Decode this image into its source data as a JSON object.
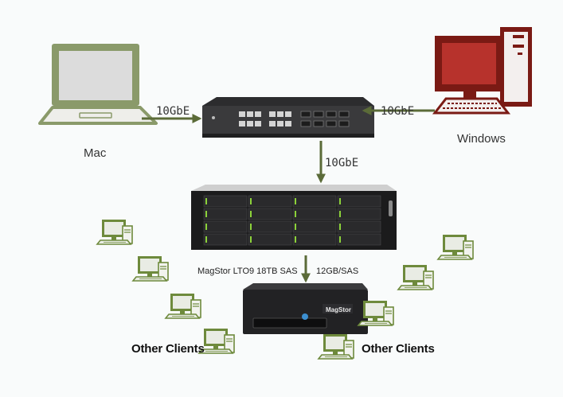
{
  "devices": {
    "mac_label": "Mac",
    "windows_label": "Windows",
    "tape_brand": "MagStor"
  },
  "links": {
    "mac_to_switch": "10GbE",
    "windows_to_switch": "10GbE",
    "switch_to_nas": "10GbE",
    "nas_to_tape_device": "MagStor LTO9 18TB SAS",
    "nas_to_tape_interface": "12GB/SAS"
  },
  "clients": {
    "left_label": "Other Clients",
    "right_label": "Other Clients"
  },
  "colors": {
    "arrow": "#5b6b38",
    "laptop_screen": "#dcdcdc",
    "laptop_frame": "#8a9a6a",
    "windows_pc": "#7a1a14",
    "client_pc_frame": "#6e8a3c",
    "nas_drive_led": "#8cd23a"
  }
}
